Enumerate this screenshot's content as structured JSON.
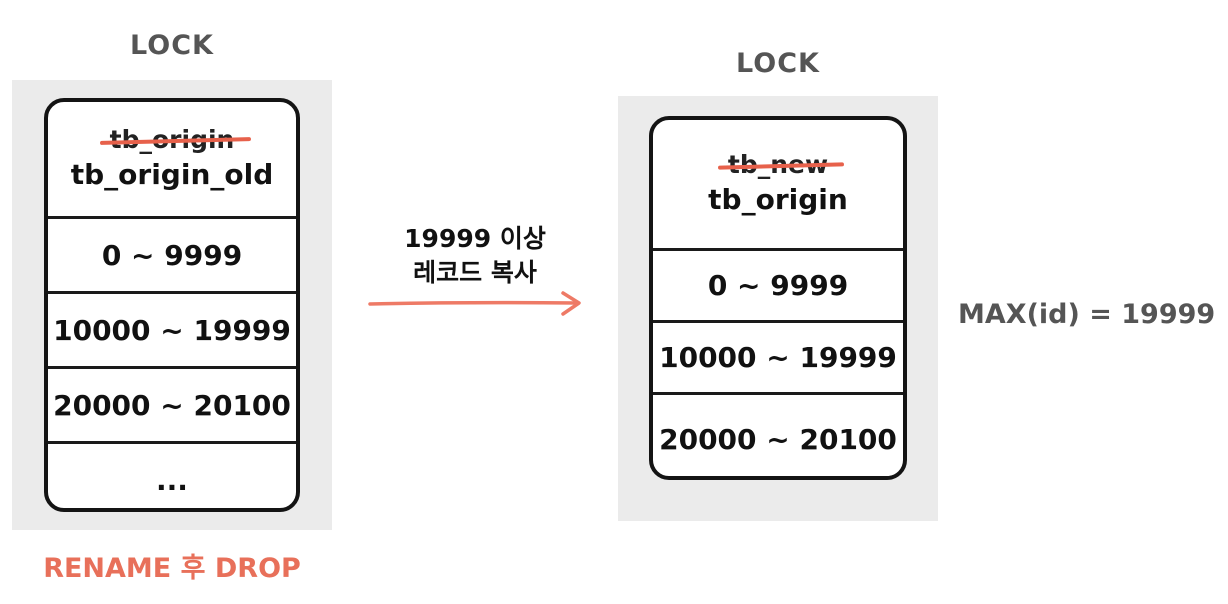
{
  "left": {
    "lock_label": "LOCK",
    "old_name": "tb_origin",
    "new_name": "tb_origin_old",
    "rows": [
      "0 ~ 9999",
      "10000 ~ 19999",
      "20000 ~ 20100",
      "..."
    ],
    "footer": "RENAME 후 DROP"
  },
  "arrow": {
    "line1": "19999 이상",
    "line2": "레코드 복사"
  },
  "right": {
    "lock_label": "LOCK",
    "old_name": "tb_new",
    "new_name": "tb_origin",
    "rows": [
      "0 ~ 9999",
      "10000 ~ 19999",
      "20000 ~ 20100"
    ]
  },
  "max_label": "MAX(id) = 19999",
  "colors": {
    "strike": "#e7614b",
    "arrow": "#ee7a66",
    "footer": "#e8705a",
    "panel": "#ebebeb",
    "label_gray": "#555555"
  }
}
